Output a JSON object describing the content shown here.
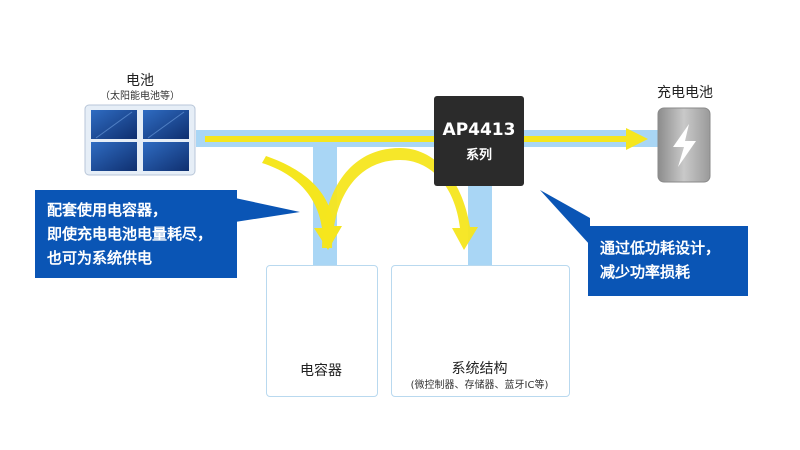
{
  "battery": {
    "label": "电池",
    "sublabel": "（太阳能电池等）"
  },
  "chip": {
    "title": "AP4413",
    "subtitle": "系列"
  },
  "charging_battery": {
    "label": "充电电池"
  },
  "callout_left": {
    "lines": [
      "配套使用电容器，",
      "即使充电电池电量耗尽，",
      "也可为系统供电"
    ]
  },
  "callout_right": {
    "lines": [
      "通过低功耗设计，",
      "减少功率损耗"
    ]
  },
  "capacitor": {
    "label": "电容器"
  },
  "system": {
    "label": "系统结构",
    "sublabel": "(微控制器、存储器、蓝牙IC等)"
  },
  "colors": {
    "flow_bar": "#a9d6f5",
    "arrow_yellow": "#f5e61e",
    "chip": "#2b2b2b",
    "callout": "#0a55b5",
    "panel": "#1d4f9c"
  }
}
